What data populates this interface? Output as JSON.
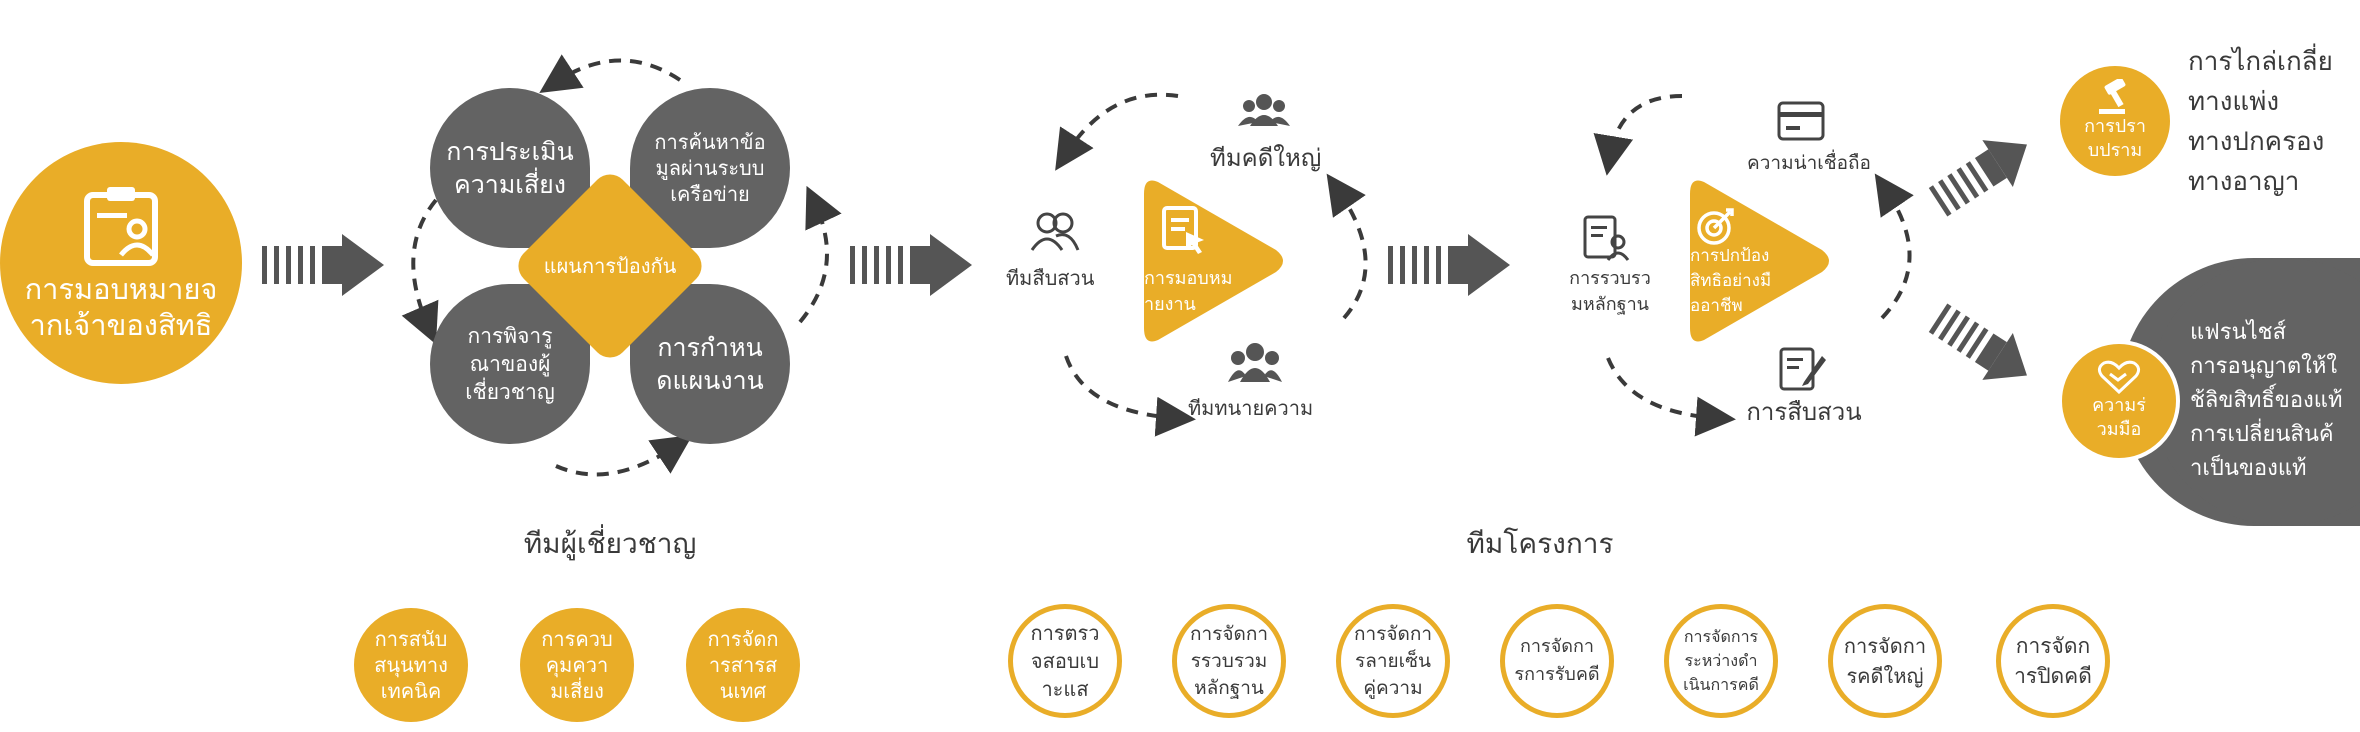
{
  "colors": {
    "gold": "#e9ad28",
    "gray": "#636363",
    "text": "#3a3a3a",
    "white": "#ffffff"
  },
  "entrust": {
    "label": "การมอบหมายจ\nากเจ้าของสิทธิ",
    "icon": "clipboard-user-icon"
  },
  "expert": {
    "center": "แผนการป้องกัน",
    "petals": [
      "การประเมิน\nความเสี่ยง",
      "การค้นหาข้อ\nมูลผ่านระบบ\nเครือข่าย",
      "การพิจารู\nณาของผู้\nเชี่ยวชาญ",
      "การกำหน\nดแผนงาน"
    ],
    "title": "ทีมผู้เชี่ยวชาญ",
    "services": [
      "การสนับ\nสนุนทาง\nเทคนิค",
      "การควบ\nคุมควา\nมเสี่ยง",
      "การจัดก\nารสารส\nนเทศ"
    ]
  },
  "project": {
    "center": "การมอบหม\nายงาน",
    "teams": {
      "investigation": "ทีมสืบสวน",
      "major_case": "ทีมคดีใหญ่",
      "lawyer": "ทีมทนายความ"
    },
    "title": "ทีมโครงการ",
    "services": [
      "การตรว\nจสอบเบ\nาะแส",
      "การจัดกา\nรรวบรวม\nหลักฐาน",
      "การจัดกา\nรลายเซ็น\nคู่ความ",
      "การจัดกา\nรการรับคดี",
      "การจัดการ\nระหว่างดำ\nเนินการคดี",
      "การจัดกา\nรคดีใหญ่",
      "การจัดก\nารปิดคดี"
    ]
  },
  "protection": {
    "center": "การปกป้อง\nสิทธิอย่างมื\nออาชีพ",
    "evidence": "การรวบรว\nมหลักฐาน",
    "credibility": "ความน่าเชื่อถือ",
    "investigation": "การสืบสวน"
  },
  "outcomes": {
    "suppress": {
      "label": "การปรา\nบปราม",
      "items": [
        "การไกล่เกลี่ย",
        "ทางแพ่ง",
        "ทางปกครอง",
        "ทางอาญา"
      ]
    },
    "cooperate": {
      "label": "ความร่\nวมมือ",
      "items": [
        "แฟรนไชส์",
        "การอนุญาตให้ใ",
        "ช้ลิขสิทธิ์ของแท้",
        "การเปลี่ยนสินค้",
        "าเป็นของแท้"
      ]
    }
  }
}
